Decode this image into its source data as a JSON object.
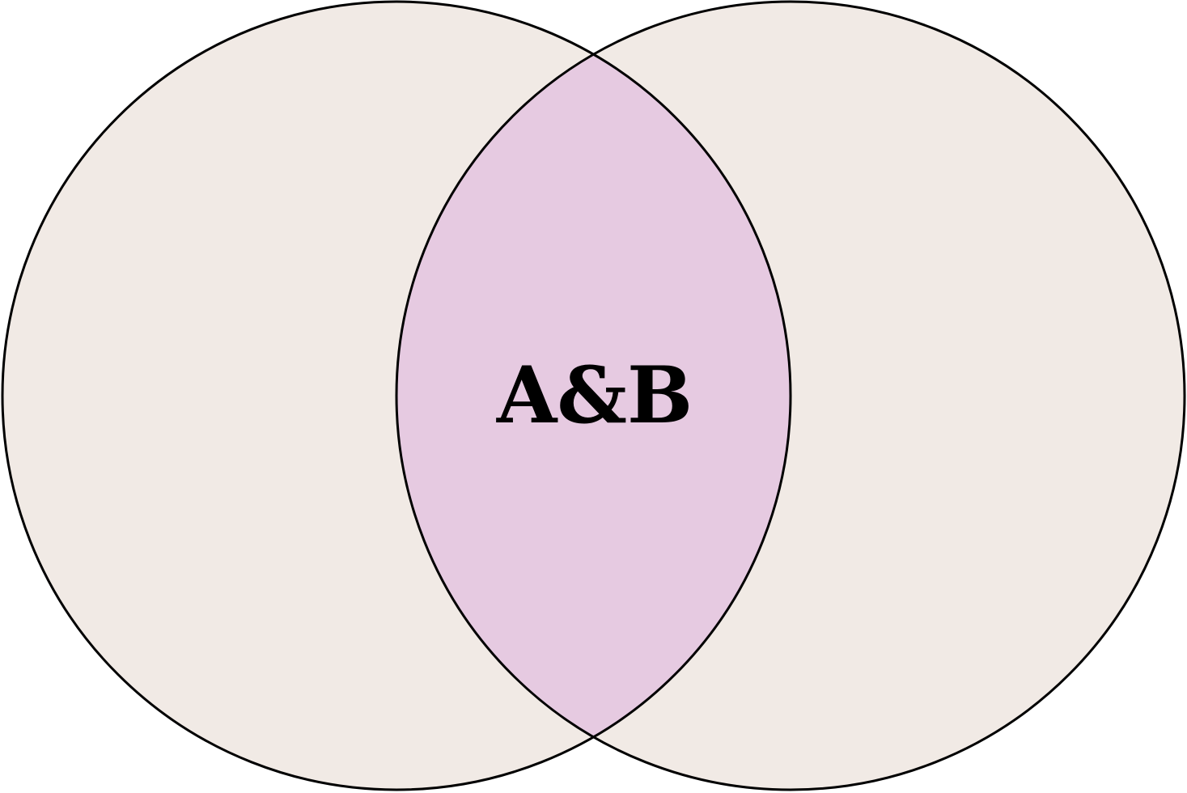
{
  "diagram": {
    "type": "venn",
    "sets": 2,
    "intersection_label": "A&B",
    "colors": {
      "circle_fill": "#F1EAE5",
      "intersection_fill": "#E6CAE1",
      "outline": "#000000"
    }
  }
}
